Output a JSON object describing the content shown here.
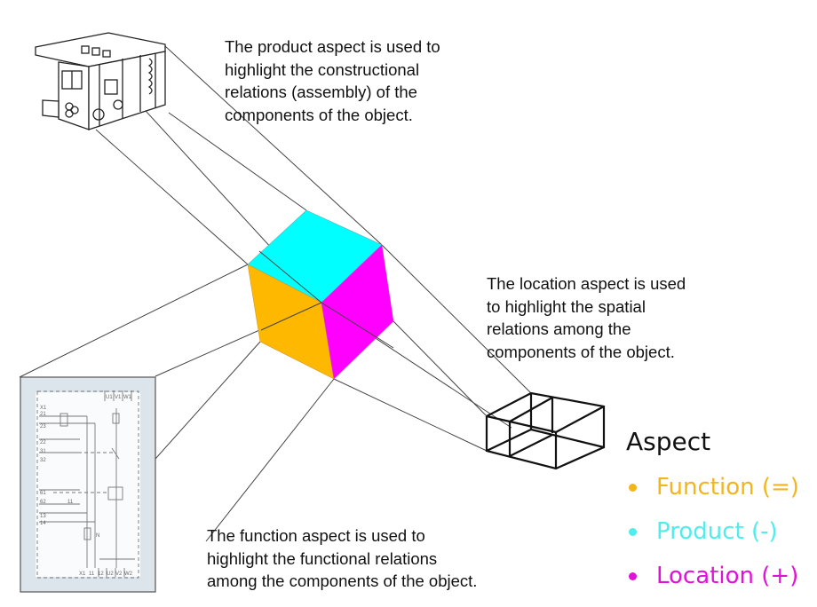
{
  "captions": {
    "product": "The product aspect is used to\nhighlight the constructional\nrelations (assembly) of the\ncomponents of the object.",
    "location": "The location aspect is used\nto highlight the spatial\nrelations among the\ncomponents of the object.",
    "function": "The function aspect is used to\nhighlight the functional relations\namong the components of the object."
  },
  "cube": {
    "faces": [
      {
        "name": "product",
        "color": "#00FFFF"
      },
      {
        "name": "function",
        "color": "#FFB800"
      },
      {
        "name": "location",
        "color": "#FF00FF"
      }
    ]
  },
  "schematic": {
    "terminal_labels_top": [
      "U1",
      "V1",
      "W1"
    ],
    "left_labels": [
      "X1",
      "21",
      "23",
      "22",
      "31",
      "32",
      "61",
      "62",
      "11",
      "13",
      "14"
    ],
    "bottom_labels": [
      "X1",
      "11",
      "12",
      "U2",
      "V2",
      "W2"
    ],
    "neutral_label": "N"
  },
  "legend": {
    "title": "Aspect",
    "items": [
      {
        "label": "Function (=)",
        "color": "#F2B51C"
      },
      {
        "label": "Product (-)",
        "color": "#4FEDEB"
      },
      {
        "label": "Location (+)",
        "color": "#E012D8"
      }
    ]
  }
}
